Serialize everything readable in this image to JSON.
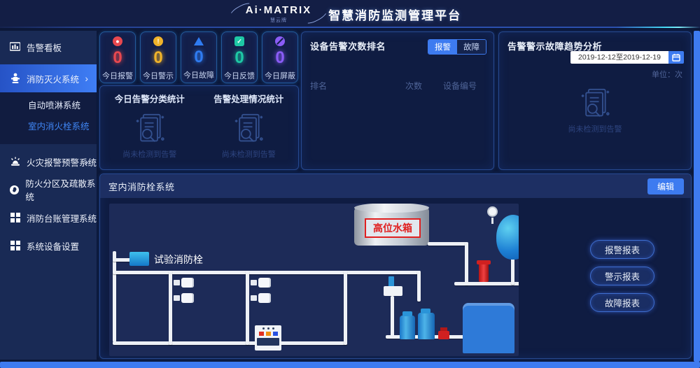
{
  "header": {
    "logo": "Ai·MATRIX",
    "logo_sub": "慧云牌",
    "title": "智慧消防监测管理平台"
  },
  "sidebar": {
    "items": [
      {
        "label": "告警看板"
      },
      {
        "label": "消防灭火系统",
        "chevron": "›"
      },
      {
        "label": "自动喷淋系统"
      },
      {
        "label": "室内消火栓系统"
      },
      {
        "label": "火灾报警预警系统",
        "chevron": "›"
      },
      {
        "label": "防火分区及疏散系统"
      },
      {
        "label": "消防台账管理系统"
      },
      {
        "label": "系统设备设置"
      }
    ]
  },
  "stats": {
    "cards": [
      {
        "label": "今日报警",
        "value": "0",
        "color": "#e8484f"
      },
      {
        "label": "今日警示",
        "value": "0",
        "color": "#f0b32a"
      },
      {
        "label": "今日故障",
        "value": "0",
        "color": "#2f7bf0"
      },
      {
        "label": "今日反馈",
        "value": "0",
        "color": "#1ec8a5"
      },
      {
        "label": "今日屏蔽",
        "value": "0",
        "color": "#8a5cf5"
      }
    ]
  },
  "classification_panel": {
    "left_title": "今日告警分类统计",
    "right_title": "告警处理情况统计",
    "empty_text": "尚未检测到告警"
  },
  "ranking_panel": {
    "title": "设备告警次数排名",
    "toggle": {
      "alarm_label": "报警",
      "fault_label": "故障"
    },
    "columns": [
      "排名",
      "次数",
      "设备编号"
    ]
  },
  "trend_panel": {
    "title": "告警警示故障趋势分析",
    "date_range": "2019-12-12至2019-12-19",
    "unit": "单位：次",
    "empty_text": "尚未检测到告警"
  },
  "system_panel": {
    "title": "室内消防栓系统",
    "edit_button": "编辑",
    "diagram": {
      "tank_label": "高位水箱",
      "hydrant_label": "试验消防栓"
    },
    "report_buttons": [
      "报警报表",
      "警示报表",
      "故障报表"
    ]
  }
}
